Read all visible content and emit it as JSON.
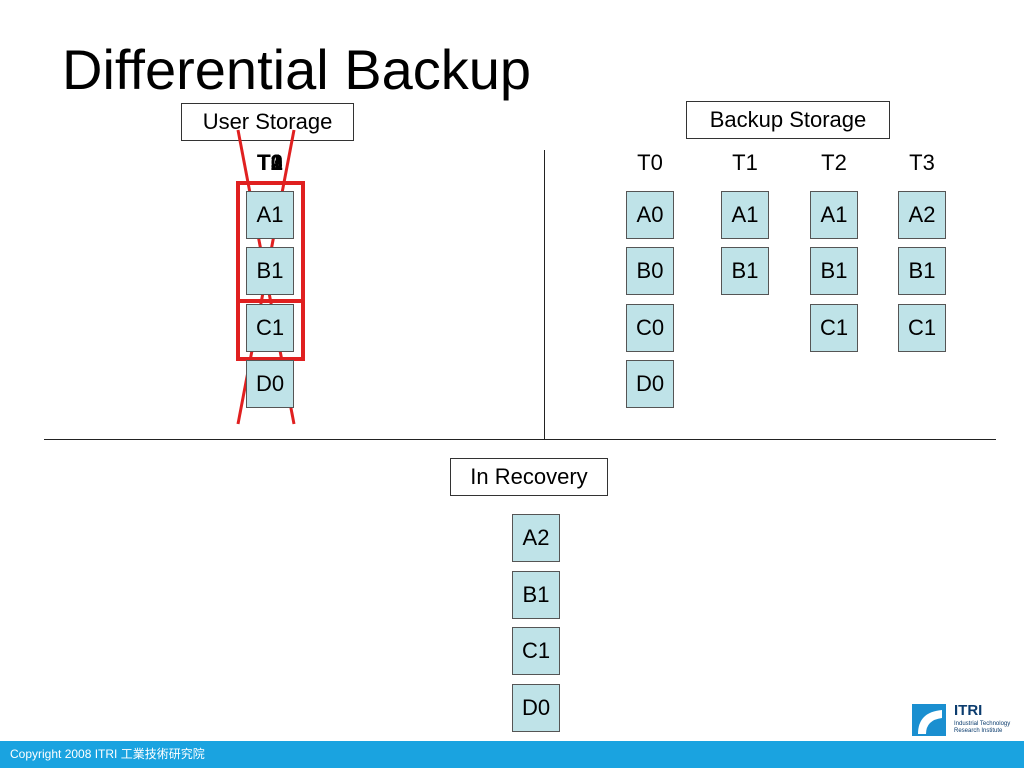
{
  "title": "Differential Backup",
  "labels": {
    "user_storage": "User Storage",
    "backup_storage": "Backup Storage",
    "in_recovery": "In Recovery"
  },
  "user_storage": {
    "overlapping_time_labels": [
      "T0",
      "T1",
      "T2",
      "T3"
    ],
    "blocks": [
      "A1",
      "B1",
      "C1",
      "D0"
    ]
  },
  "backup_storage": {
    "columns": [
      {
        "time": "T0",
        "blocks": [
          "A0",
          "B0",
          "C0",
          "D0"
        ]
      },
      {
        "time": "T1",
        "blocks": [
          "A1",
          "B1"
        ]
      },
      {
        "time": "T2",
        "blocks": [
          "A1",
          "B1",
          "C1"
        ]
      },
      {
        "time": "T3",
        "blocks": [
          "A2",
          "B1",
          "C1"
        ]
      }
    ]
  },
  "recovery": {
    "blocks": [
      "A2",
      "B1",
      "C1",
      "D0"
    ]
  },
  "colors": {
    "block_fill": "#bfe3e8",
    "cross_and_highlight": "#e02020",
    "footer": "#1aa3e0"
  },
  "footer": {
    "copyright": "Copyright 2008 ITRI 工業技術研究院"
  },
  "logo": {
    "name": "ITRI",
    "subtitle_line1": "Industrial Technology",
    "subtitle_line2": "Research Institute"
  }
}
